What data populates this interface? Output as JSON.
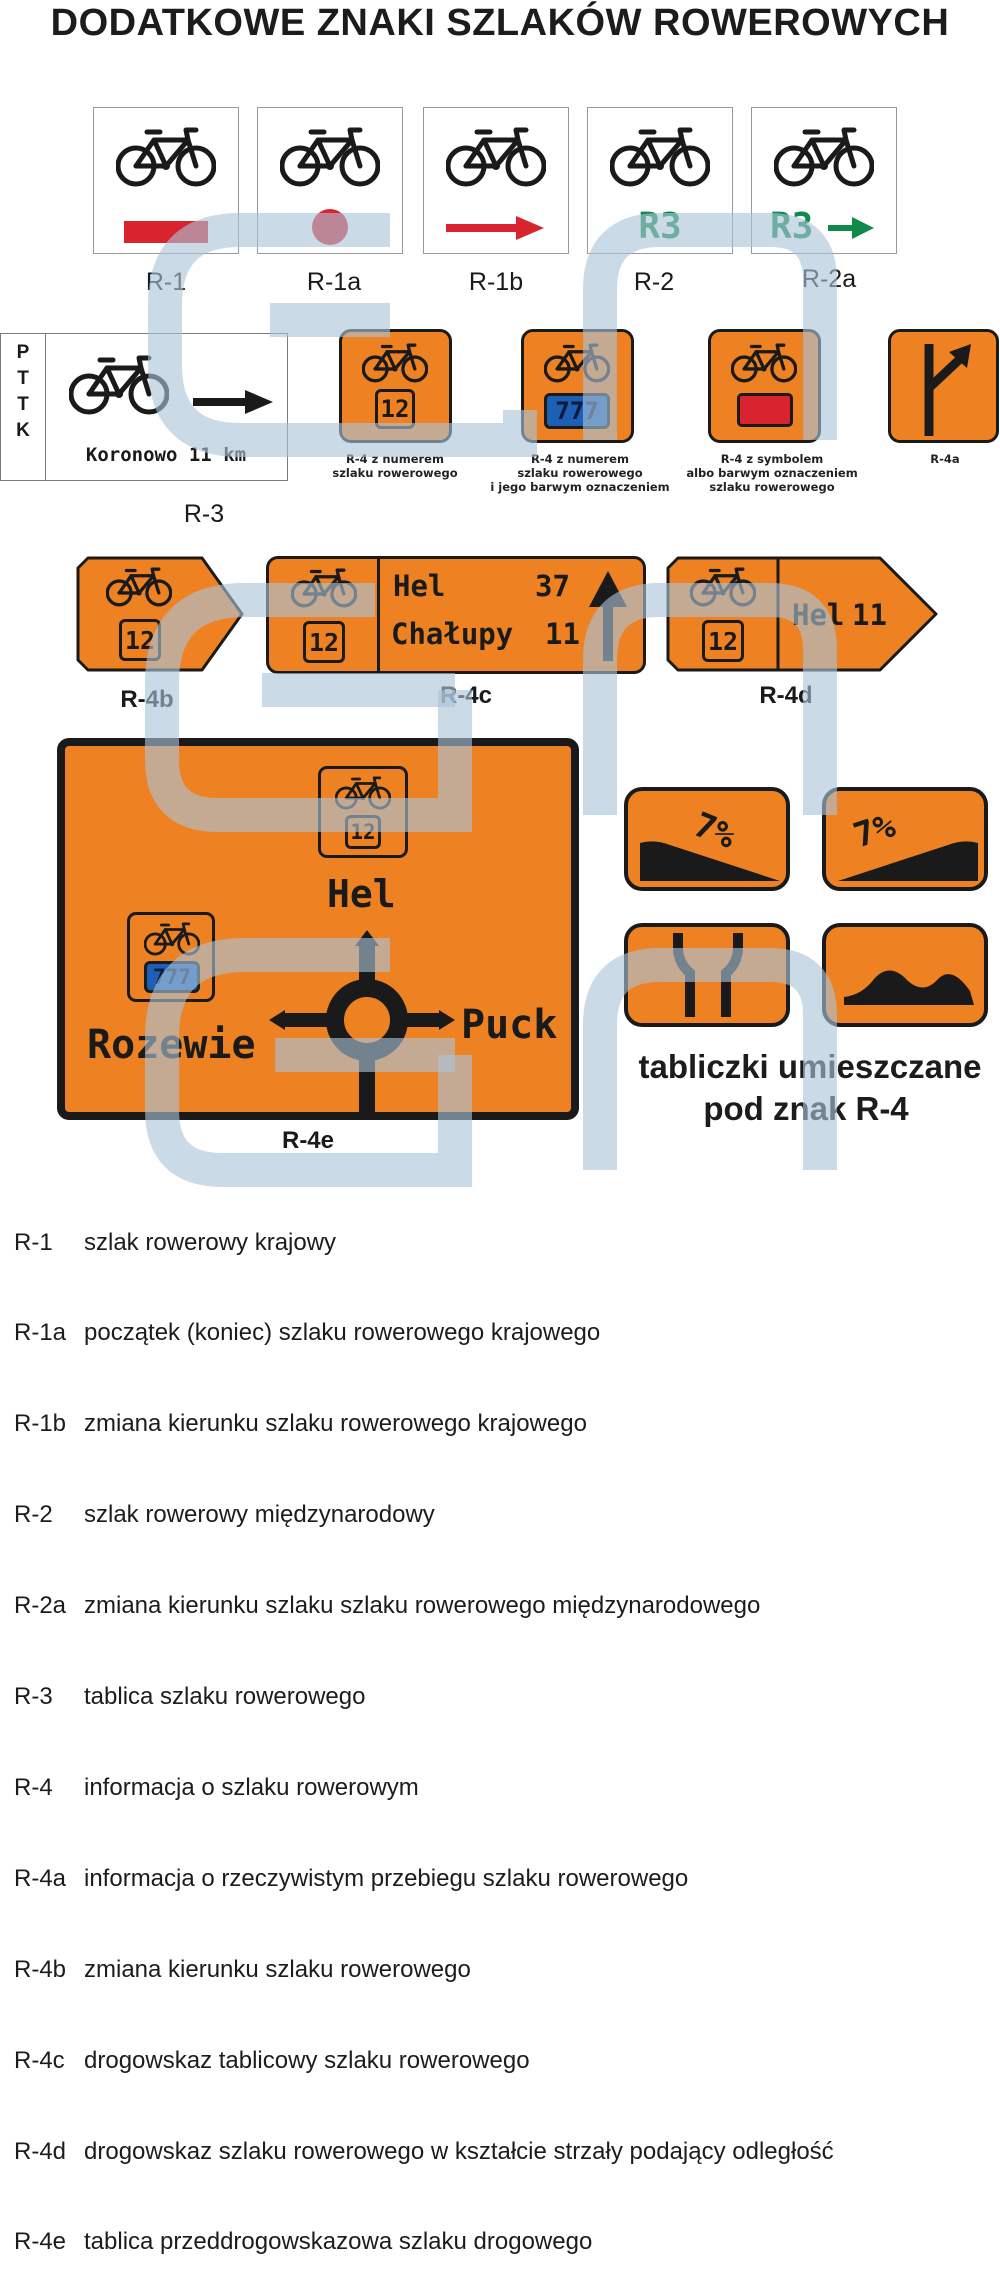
{
  "title": "DODATKOWE ZNAKI SZLAKÓW ROWEROWYCH",
  "signs": {
    "r1": {
      "label": "R-1"
    },
    "r1a": {
      "label": "R-1a"
    },
    "r1b": {
      "label": "R-1b"
    },
    "r2": {
      "label": "R-2",
      "text": "R3"
    },
    "r2a": {
      "label": "R-2a",
      "text": "R3"
    },
    "r3": {
      "label": "R-3",
      "side_letters": [
        "P",
        "T",
        "T",
        "K"
      ],
      "destination": "Koronowo 11 km"
    },
    "r4_num": {
      "number": "12",
      "caption": [
        "R-4 z numerem",
        "szlaku rowerowego"
      ]
    },
    "r4_color": {
      "number": "777",
      "caption": [
        "R-4 z numerem",
        "szlaku rowerowego",
        "i jego barwym oznaczeniem"
      ]
    },
    "r4_symbol": {
      "caption": [
        "R-4 z symbolem",
        "albo barwym oznaczeniem",
        "szlaku rowerowego"
      ]
    },
    "r4a": {
      "caption": "R-4a"
    },
    "r4b": {
      "label": "R-4b",
      "number": "12"
    },
    "r4c": {
      "label": "R-4c",
      "number": "12",
      "rows": [
        {
          "place": "Hel",
          "km": "37"
        },
        {
          "place": "Chałupy",
          "km": "11"
        }
      ]
    },
    "r4d": {
      "label": "R-4d",
      "number": "12",
      "place": "Hel",
      "km": "11"
    },
    "r4e": {
      "label": "R-4e",
      "number": "12",
      "number2": "777",
      "north": "Hel",
      "east": "Puck",
      "west": "Rozewie"
    }
  },
  "plates": {
    "down_grade": "7%",
    "up_grade": "7%",
    "caption_line1": "tabliczki umieszczane",
    "caption_line2": "pod znak R-4"
  },
  "legend": [
    {
      "code": "R-1",
      "desc": "szlak rowerowy krajowy"
    },
    {
      "code": "R-1a",
      "desc": "początek (koniec) szlaku rowerowego krajowego"
    },
    {
      "code": "R-1b",
      "desc": "zmiana kierunku szlaku rowerowego krajowego"
    },
    {
      "code": "R-2",
      "desc": "szlak rowerowy międzynarodowy"
    },
    {
      "code": "R-2a",
      "desc": "zmiana kierunku szlaku szlaku rowerowego międzynarodowego"
    },
    {
      "code": "R-3",
      "desc": "tablica szlaku rowerowego"
    },
    {
      "code": "R-4",
      "desc": "informacja o szlaku rowerowym"
    },
    {
      "code": "R-4a",
      "desc": "informacja o rzeczywistym przebiegu szlaku rowerowego"
    },
    {
      "code": "R-4b",
      "desc": "zmiana kierunku szlaku rowerowego"
    },
    {
      "code": "R-4c",
      "desc": "drogowskaz tablicowy szlaku rowerowego"
    },
    {
      "code": "R-4d",
      "desc": "drogowskaz szlaku rowerowego w kształcie strzały podający odległość"
    },
    {
      "code": "R-4e",
      "desc": "tablica przeddrogowskazowa szlaku drogowego"
    }
  ],
  "colors": {
    "orange": "#ee8222",
    "red": "#d9232e",
    "green": "#0e8a4a",
    "blue": "#1d5fb4",
    "watermark": "#a9c4d9"
  }
}
